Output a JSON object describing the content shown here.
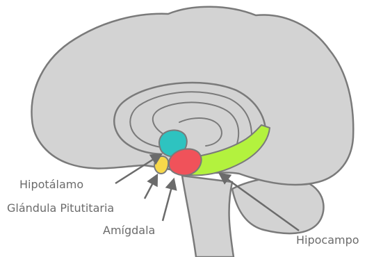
{
  "labels": {
    "hypothalamus": "Hipotálamo",
    "pituitary": "Glándula Pitutitaria",
    "amygdala": "Amígdala",
    "hippocampus": "Hipocampo"
  },
  "colors": {
    "background": "#ffffff",
    "brain_fill": "#d3d3d3",
    "outline": "#7a7a7a",
    "hypothalamus": "#2ec3c0",
    "pituitary": "#f7d84a",
    "amygdala": "#f0525a",
    "hippocampus": "#b3f23e",
    "arrow": "#6b6b6b",
    "label_text": "#6b6b6b"
  }
}
